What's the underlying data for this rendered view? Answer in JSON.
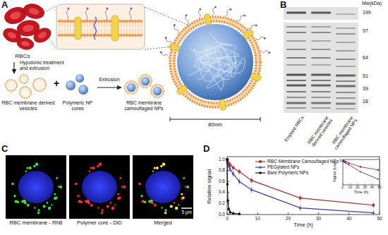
{
  "diagram": {
    "labels": [
      "A",
      "RBCs",
      "Hypotonic treatment and extrusion",
      "RBC membrane derived vesicles",
      "+",
      "Polymeric NP cores",
      "Extrusion",
      "RBC membrane camouflaged NPs",
      "80nm",
      "B",
      "Mw(kDa)",
      "199",
      "97",
      "64",
      "51",
      "39",
      "28",
      "Emptied RBCs",
      "RBC membrane derived vesicles",
      "RBC membrane camouflaged NPs",
      "C",
      "RBC membrane - RhB",
      "Polymer core - DiD",
      "Merged",
      "5 μm",
      "D",
      "Relative signal",
      "0.0",
      "0.2",
      "0.4",
      "0.6",
      "0.8",
      "1.0",
      "0",
      "10",
      "20",
      "30",
      "40",
      "50",
      "Time (h)",
      "Signal (Log)",
      "1",
      "0",
      "10",
      "20",
      "30",
      "40",
      "50",
      "Time (h)"
    ],
    "legend": [
      {
        "text": "RBC Membrane Camouflaged NPs"
      },
      {
        "text": "PEGylated NPs"
      },
      {
        "text": "Bare Polymeric NPs"
      }
    ]
  }
}
